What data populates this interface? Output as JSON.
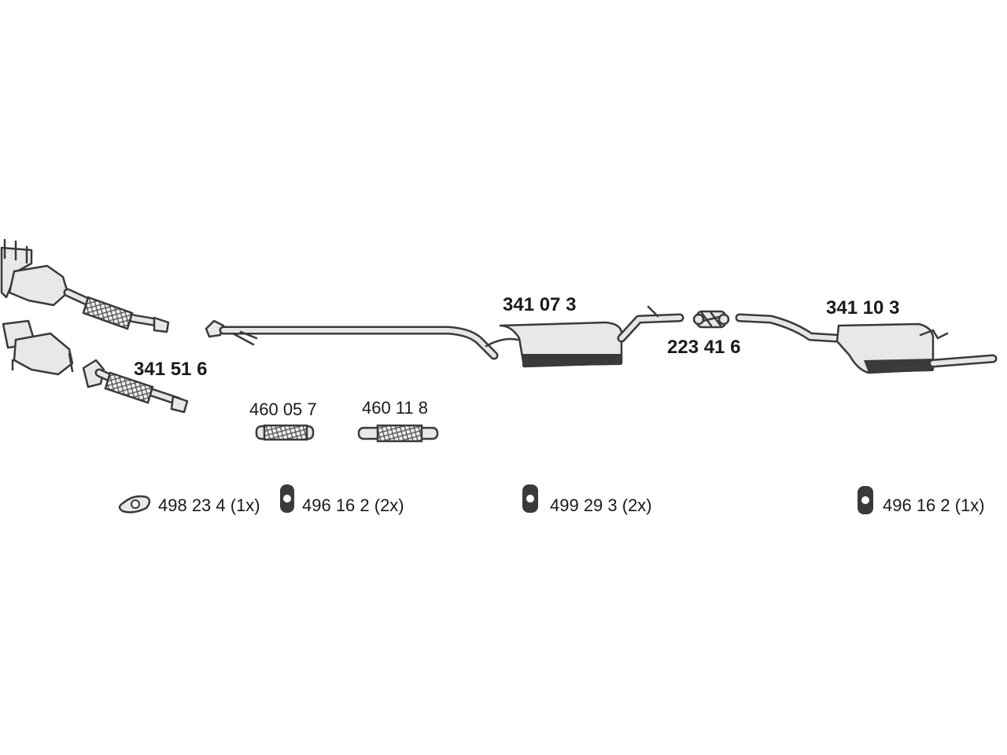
{
  "parts": {
    "front_pipe": "341 51 6",
    "center_silencer": "341 07 3",
    "clamp": "223 41 6",
    "rear_silencer": "341 10 3",
    "flex_pipe_a": "460 05 7",
    "flex_pipe_b": "460 11 8"
  },
  "accessories": [
    {
      "label": "498 23 4 (1x)",
      "icon": "gasket-icon"
    },
    {
      "label": "496 16 2 (2x)",
      "icon": "rubber-mount-icon"
    },
    {
      "label": "499 29 3 (2x)",
      "icon": "rubber-mount-icon"
    },
    {
      "label": "496 16 2 (1x)",
      "icon": "rubber-mount-icon"
    }
  ],
  "colors": {
    "line": "#3a3a3a",
    "fill": "#e8e8e8",
    "text": "#1a1a1a"
  }
}
